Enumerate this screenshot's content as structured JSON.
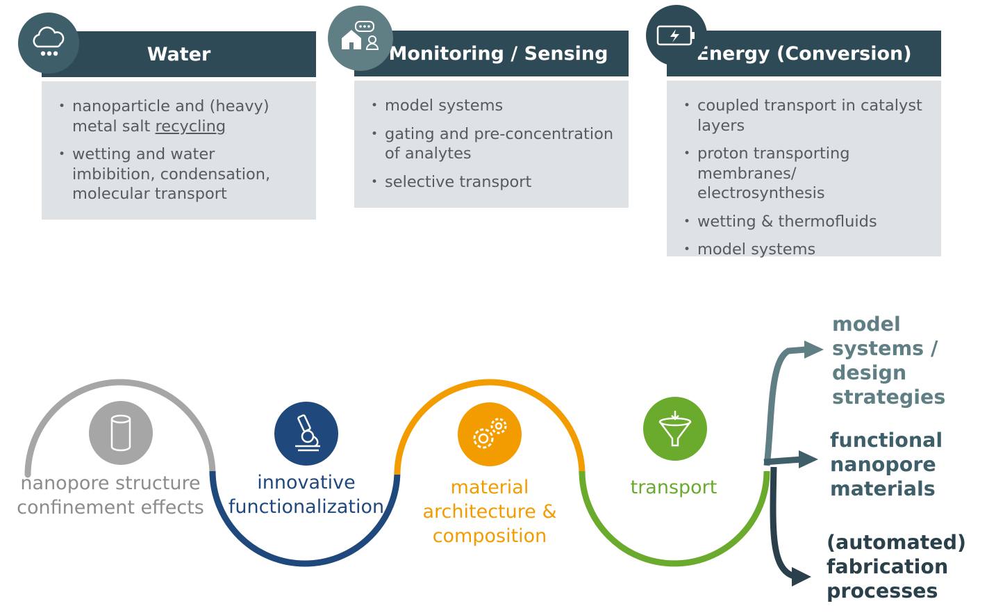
{
  "cards": [
    {
      "title": "Water",
      "icon": "cloud-rain-icon",
      "bullets": [
        {
          "text": "nanoparticle and (heavy) metal salt ",
          "underlined": "recycling"
        },
        {
          "text": "wetting and water imbibition, condensation, molecular transport"
        }
      ]
    },
    {
      "title": "Monitoring / Sensing",
      "icon": "home-monitoring-icon",
      "bullets": [
        {
          "text": "model systems"
        },
        {
          "text": "gating and pre-concentration of analytes"
        },
        {
          "text": "selective transport"
        }
      ]
    },
    {
      "title": "Energy (Conversion)",
      "icon": "battery-charge-icon",
      "bullets": [
        {
          "text": "coupled transport in catalyst layers"
        },
        {
          "text": "proton transporting membranes/ electrosynthesis"
        },
        {
          "text": "wetting & thermofluids"
        },
        {
          "text": "model systems"
        }
      ]
    }
  ],
  "stages": [
    {
      "label": "nanopore structure confinement effects",
      "icon": "cylinder-icon",
      "color": "#a6a6a6",
      "text_color": "#8c8c8c"
    },
    {
      "label": "innovative functionalization",
      "icon": "microscope-icon",
      "color": "#1f497d",
      "text_color": "#1f497d"
    },
    {
      "label": "material architecture & composition",
      "icon": "gears-icon",
      "color": "#f39c00",
      "text_color": "#f39c00"
    },
    {
      "label": "transport",
      "icon": "funnel-icon",
      "color": "#6aaa2c",
      "text_color": "#6aaa2c"
    }
  ],
  "outcomes": [
    {
      "label": "model systems / design strategies",
      "color": "#5f7f84"
    },
    {
      "label": "functional nanopore materials",
      "color": "#3e5f6a"
    },
    {
      "label": "(automated) fabrication processes",
      "color": "#2a404b"
    }
  ],
  "colors": {
    "header_bg": "#2e4a56",
    "card_bg": "#dfe2e5",
    "badge_dark": "#2e4a56",
    "badge_mid": "#5f7f84"
  }
}
